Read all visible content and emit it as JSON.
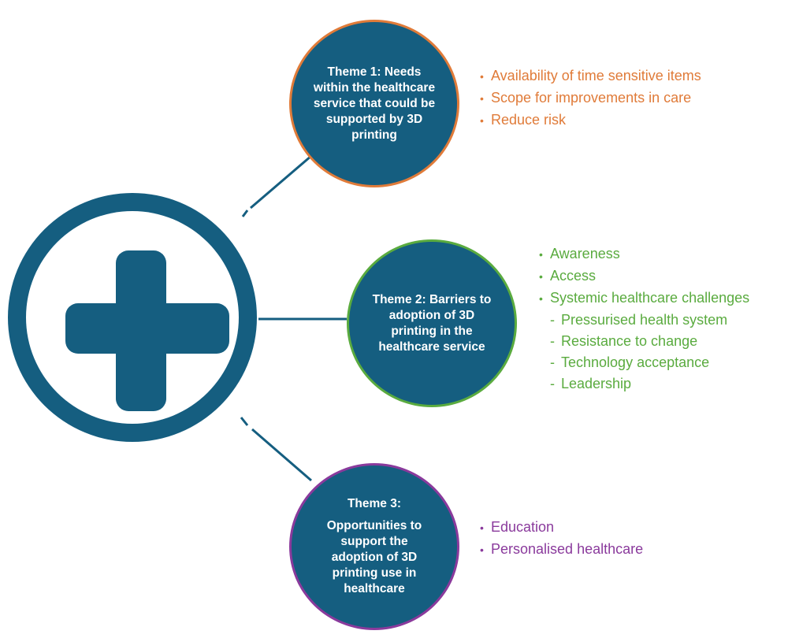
{
  "colors": {
    "hub": "#155e80",
    "theme_fill": "#155e80",
    "theme1_accent": "#e07b39",
    "theme2_accent": "#5aab3f",
    "theme3_accent": "#8a3a9c",
    "connector": "#155e80"
  },
  "hub": {
    "icon": "medical-cross-icon"
  },
  "themes": [
    {
      "title": "Theme 1: Needs within the healthcare service that could be supported by 3D printing",
      "bullets": [
        "Availability of time sensitive items",
        "Scope for improvements in care",
        "Reduce risk"
      ]
    },
    {
      "title": "Theme 2: Barriers to adoption of 3D printing in the healthcare service",
      "bullets": [
        "Awareness",
        "Access",
        "Systemic healthcare challenges"
      ],
      "sub_bullets": [
        "Pressurised health system",
        "Resistance to change",
        "Technology acceptance",
        "Leadership"
      ]
    },
    {
      "heading": "Theme 3:",
      "title": "Opportunities to support the adoption of 3D printing use in healthcare",
      "bullets": [
        "Education",
        "Personalised healthcare"
      ]
    }
  ],
  "bullet_marker": "•",
  "sub_marker": "-"
}
